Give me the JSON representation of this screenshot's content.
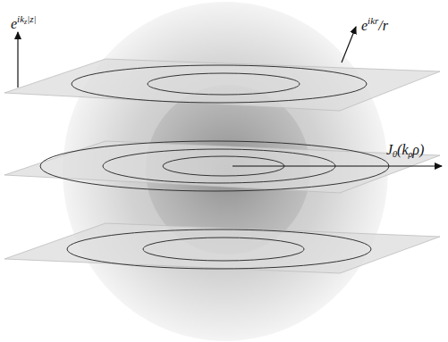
{
  "diagram": {
    "labels": [
      "e",
      "ik",
      "z",
      "|z|",
      "e",
      "ikr",
      "/r",
      "J",
      "0",
      "(k",
      "ρ",
      "ρ)"
    ]
  }
}
